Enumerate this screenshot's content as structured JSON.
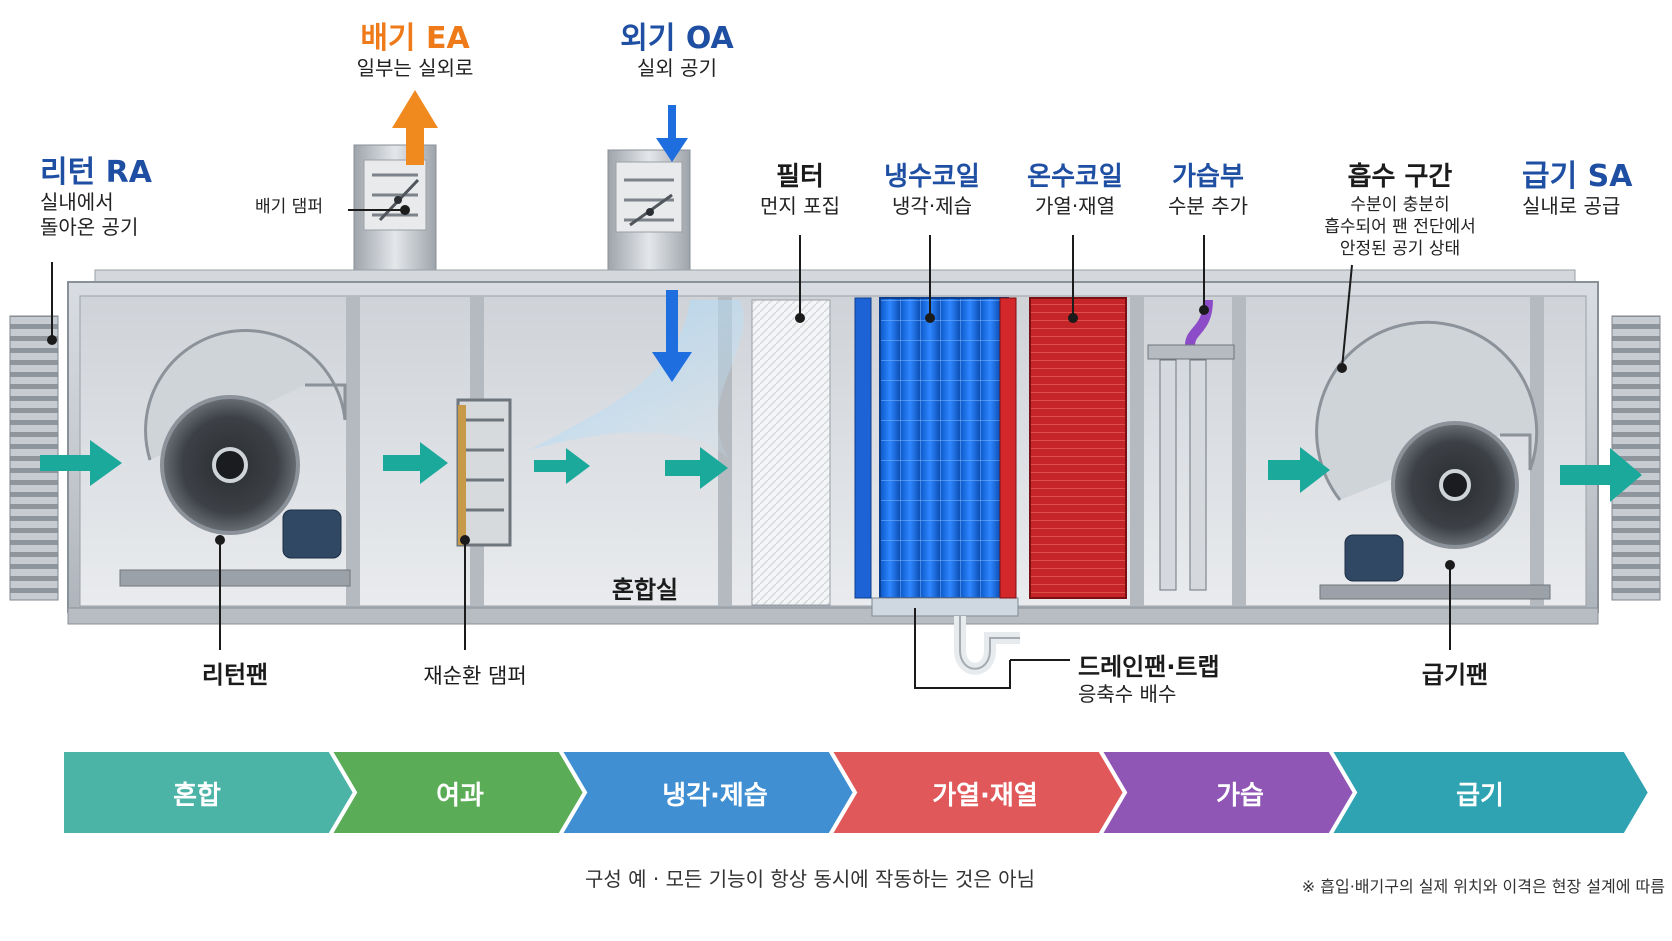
{
  "top_labels": {
    "ra": {
      "title": "리턴 RA",
      "sub1": "실내에서",
      "sub2": "돌아온 공기"
    },
    "ea": {
      "title": "배기 EA",
      "sub": "일부는 실외로"
    },
    "oa": {
      "title": "외기 OA",
      "sub": "실외 공기"
    },
    "filter": {
      "title": "필터",
      "sub": "먼지 포집"
    },
    "chw": {
      "title": "냉수코일",
      "sub": "냉각·제습"
    },
    "hw": {
      "title": "온수코일",
      "sub": "가열·재열"
    },
    "hum": {
      "title": "가습부",
      "sub": "수분 추가"
    },
    "absorb": {
      "title": "흡수 구간",
      "sub1": "수분이 충분히",
      "sub2": "흡수되어 팬 전단에서",
      "sub3": "안정된 공기 상태"
    },
    "sa": {
      "title": "급기 SA",
      "sub": "실내로 공급"
    }
  },
  "component_labels": {
    "exhaust_damper": "배기 댐퍼",
    "return_fan": "리턴팬",
    "recirc_damper": "재순환 댐퍼",
    "mixing_chamber": "혼합실",
    "drain": {
      "title": "드레인팬·트랩",
      "sub": "응축수 배수"
    },
    "supply_fan": "급기팬"
  },
  "process_stages": [
    {
      "label": "혼합",
      "color": "#4cb3a7"
    },
    {
      "label": "여과",
      "color": "#5aac57"
    },
    {
      "label": "냉각·제습",
      "color": "#3f8fd2"
    },
    {
      "label": "가열·재열",
      "color": "#e0585a"
    },
    {
      "label": "가습",
      "color": "#8f56b5"
    },
    {
      "label": "급기",
      "color": "#2fa3b1"
    }
  ],
  "footnotes": {
    "center": "구성 예 · 모든 기능이 항상 동시에 작동하는 것은 아님",
    "right": "※ 흡입·배기구의 실제 위치와 이격은 현장 설계에 따름"
  },
  "colors": {
    "flow_arrow": "#1aa99b",
    "ea_arrow": "#f08a1e",
    "oa_arrow": "#1f6ee0",
    "title_blue": "#1f4fa3",
    "title_orange": "#ee7a1a"
  }
}
